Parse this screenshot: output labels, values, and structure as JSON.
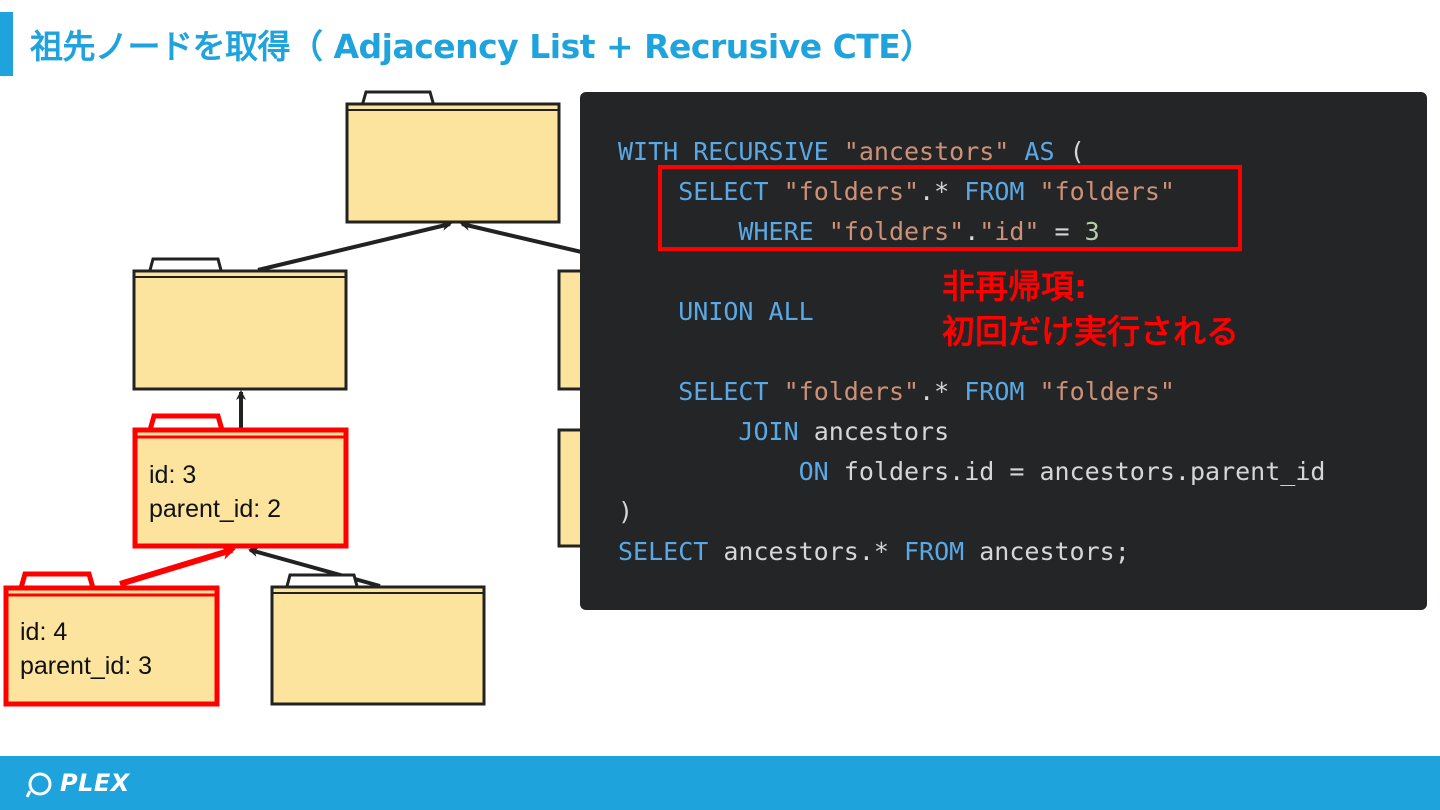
{
  "title": "祖先ノードを取得（ Adjacency List + Recrusive CTE）",
  "folders": [
    {
      "label_line1": "id: 3",
      "label_line2": "parent_id: 2"
    },
    {
      "label_line1": "id: 4",
      "label_line2": "parent_id: 3"
    }
  ],
  "code": {
    "line1": {
      "kw1": "WITH RECURSIVE",
      "str1": "\"ancestors\"",
      "kw2": "AS",
      "rest": " ("
    },
    "line2": {
      "kw1": "SELECT",
      "str1": "\"folders\"",
      "mid": ".* ",
      "kw2": "FROM",
      "str2": "\"folders\""
    },
    "line3": {
      "kw1": "WHERE",
      "str1": "\"folders\"",
      "dot": ".",
      "str2": "\"id\"",
      "eq": " = ",
      "num": "3"
    },
    "line5": {
      "kw1": "UNION ALL"
    },
    "line7": {
      "kw1": "SELECT",
      "str1": "\"folders\"",
      "mid": ".* ",
      "kw2": "FROM",
      "str2": "\"folders\""
    },
    "line8": {
      "kw1": "JOIN",
      "rest": " ancestors"
    },
    "line9": {
      "kw1": "ON",
      "rest": " folders.id = ancestors.parent_id"
    },
    "line10": {
      "rest": ")"
    },
    "line11": {
      "kw1": "SELECT",
      "mid": " ancestors.* ",
      "kw2": "FROM",
      "rest": " ancestors;"
    }
  },
  "annotation": {
    "line1": "非再帰項:",
    "line2": "初回だけ実行される"
  },
  "footer": {
    "logo_text": "PLEX"
  },
  "colors": {
    "accent": "#1fa3dd",
    "highlight": "#ff0000",
    "folder": "#fde49e",
    "code_bg": "#232526"
  }
}
